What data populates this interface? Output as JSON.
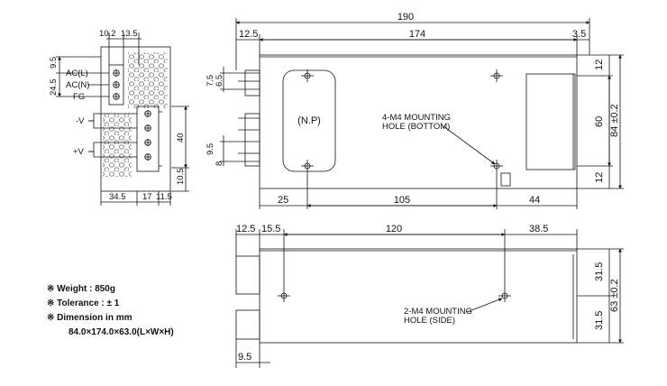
{
  "front_view": {
    "top_dims": [
      "10.2",
      "13.5"
    ],
    "left_dims": [
      "9.5",
      "24.5"
    ],
    "terminal_labels": [
      "AC(L)",
      "AC(N)",
      "FG",
      "-V",
      "+V"
    ],
    "right_dims": [
      "40",
      "10.5"
    ],
    "bottom_dims": [
      "34.5",
      "17",
      "11.5"
    ]
  },
  "top_view": {
    "overall_width": "190",
    "width_parts": [
      "12.5",
      "174",
      "3.5"
    ],
    "left_dims": [
      "7.5",
      "6.5",
      "9.5",
      "8"
    ],
    "nameplate": "(N.P)",
    "mounting_note": [
      "4-M4 MOUNTING",
      "HOLE (BOTTOM)"
    ],
    "right_dims": [
      "12",
      "60",
      "12"
    ],
    "height_dim": "84 ±0.2",
    "bottom_dims": [
      "25",
      "105",
      "44"
    ]
  },
  "side_view": {
    "top_dims": [
      "12.5",
      "15.5",
      "120",
      "38.5"
    ],
    "mounting_note": [
      "2-M4 MOUNTING",
      "HOLE (SIDE)"
    ],
    "right_dims": [
      "31.5",
      "31.5"
    ],
    "height_dim": "63 ±0.2",
    "bottom_dim": "9.5"
  },
  "notes": {
    "weight": "※ Weight : 850g",
    "tolerance": "※ Tolerance : ± 1",
    "dimension": "※ Dimension in mm",
    "dimension_value": "84.0×174.0×63.0(L×W×H)"
  }
}
